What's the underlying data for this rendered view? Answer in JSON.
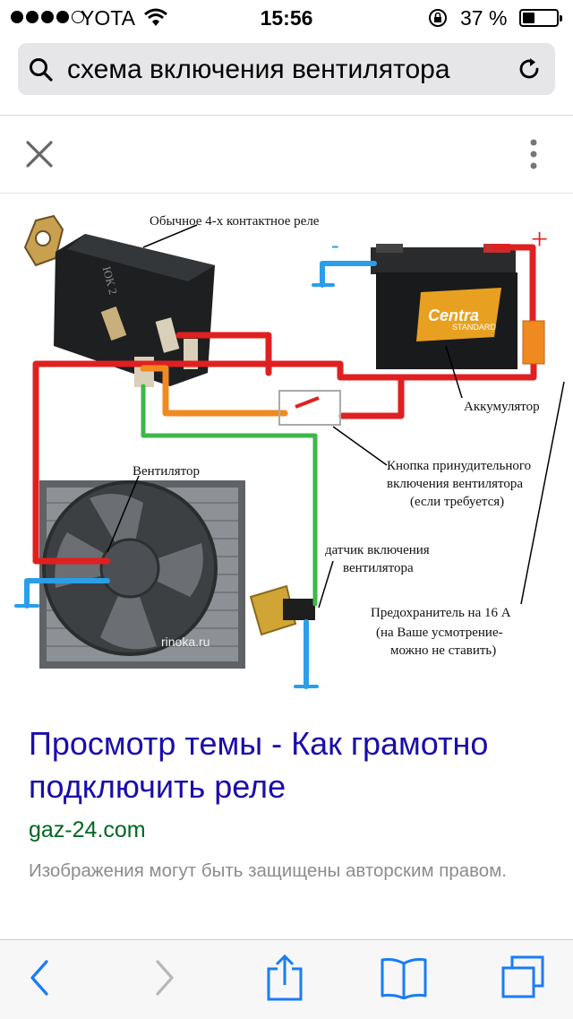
{
  "status_bar": {
    "carrier": "YOTA",
    "time": "15:56",
    "battery_percent": "37 %",
    "battery_level": 0.37,
    "signal_bars": 4,
    "signal_max": 5
  },
  "search": {
    "query": "схема включения вентилятора"
  },
  "image": {
    "diagram_labels": {
      "relay": "Обычное 4-х контактное реле",
      "battery": "Аккумулятор",
      "button_l1": "Кнопка принудительного",
      "button_l2": "включения вентилятора",
      "button_l3": "(если требуется)",
      "fan": "Вентилятор",
      "sensor_l1": "датчик включения",
      "sensor_l2": "вентилятора",
      "fuse_l1": "Предохранитель на 16 А",
      "fuse_l2": "(на Ваше усмотрение-",
      "fuse_l3": "можно не ставить)",
      "minus": "-",
      "plus": "+",
      "watermark": "rinoka.ru",
      "battery_brand": "Centra",
      "battery_model": "STANDARD",
      "relay_marking": "ЮК 2"
    },
    "colors": {
      "positive": "#e02020",
      "negative": "#2a9ee8",
      "signal": "#3db84a",
      "switch_line": "#f08a20"
    }
  },
  "result": {
    "title": "Просмотр темы - Как грамотно подключить реле",
    "site": "gaz-24.com",
    "notice": "Изображения могут быть защищены авторским правом."
  },
  "toolbar": {
    "icons": [
      "back-icon",
      "forward-icon",
      "share-icon",
      "bookmarks-icon",
      "tabs-icon"
    ],
    "accent": "#1a7cf5"
  }
}
